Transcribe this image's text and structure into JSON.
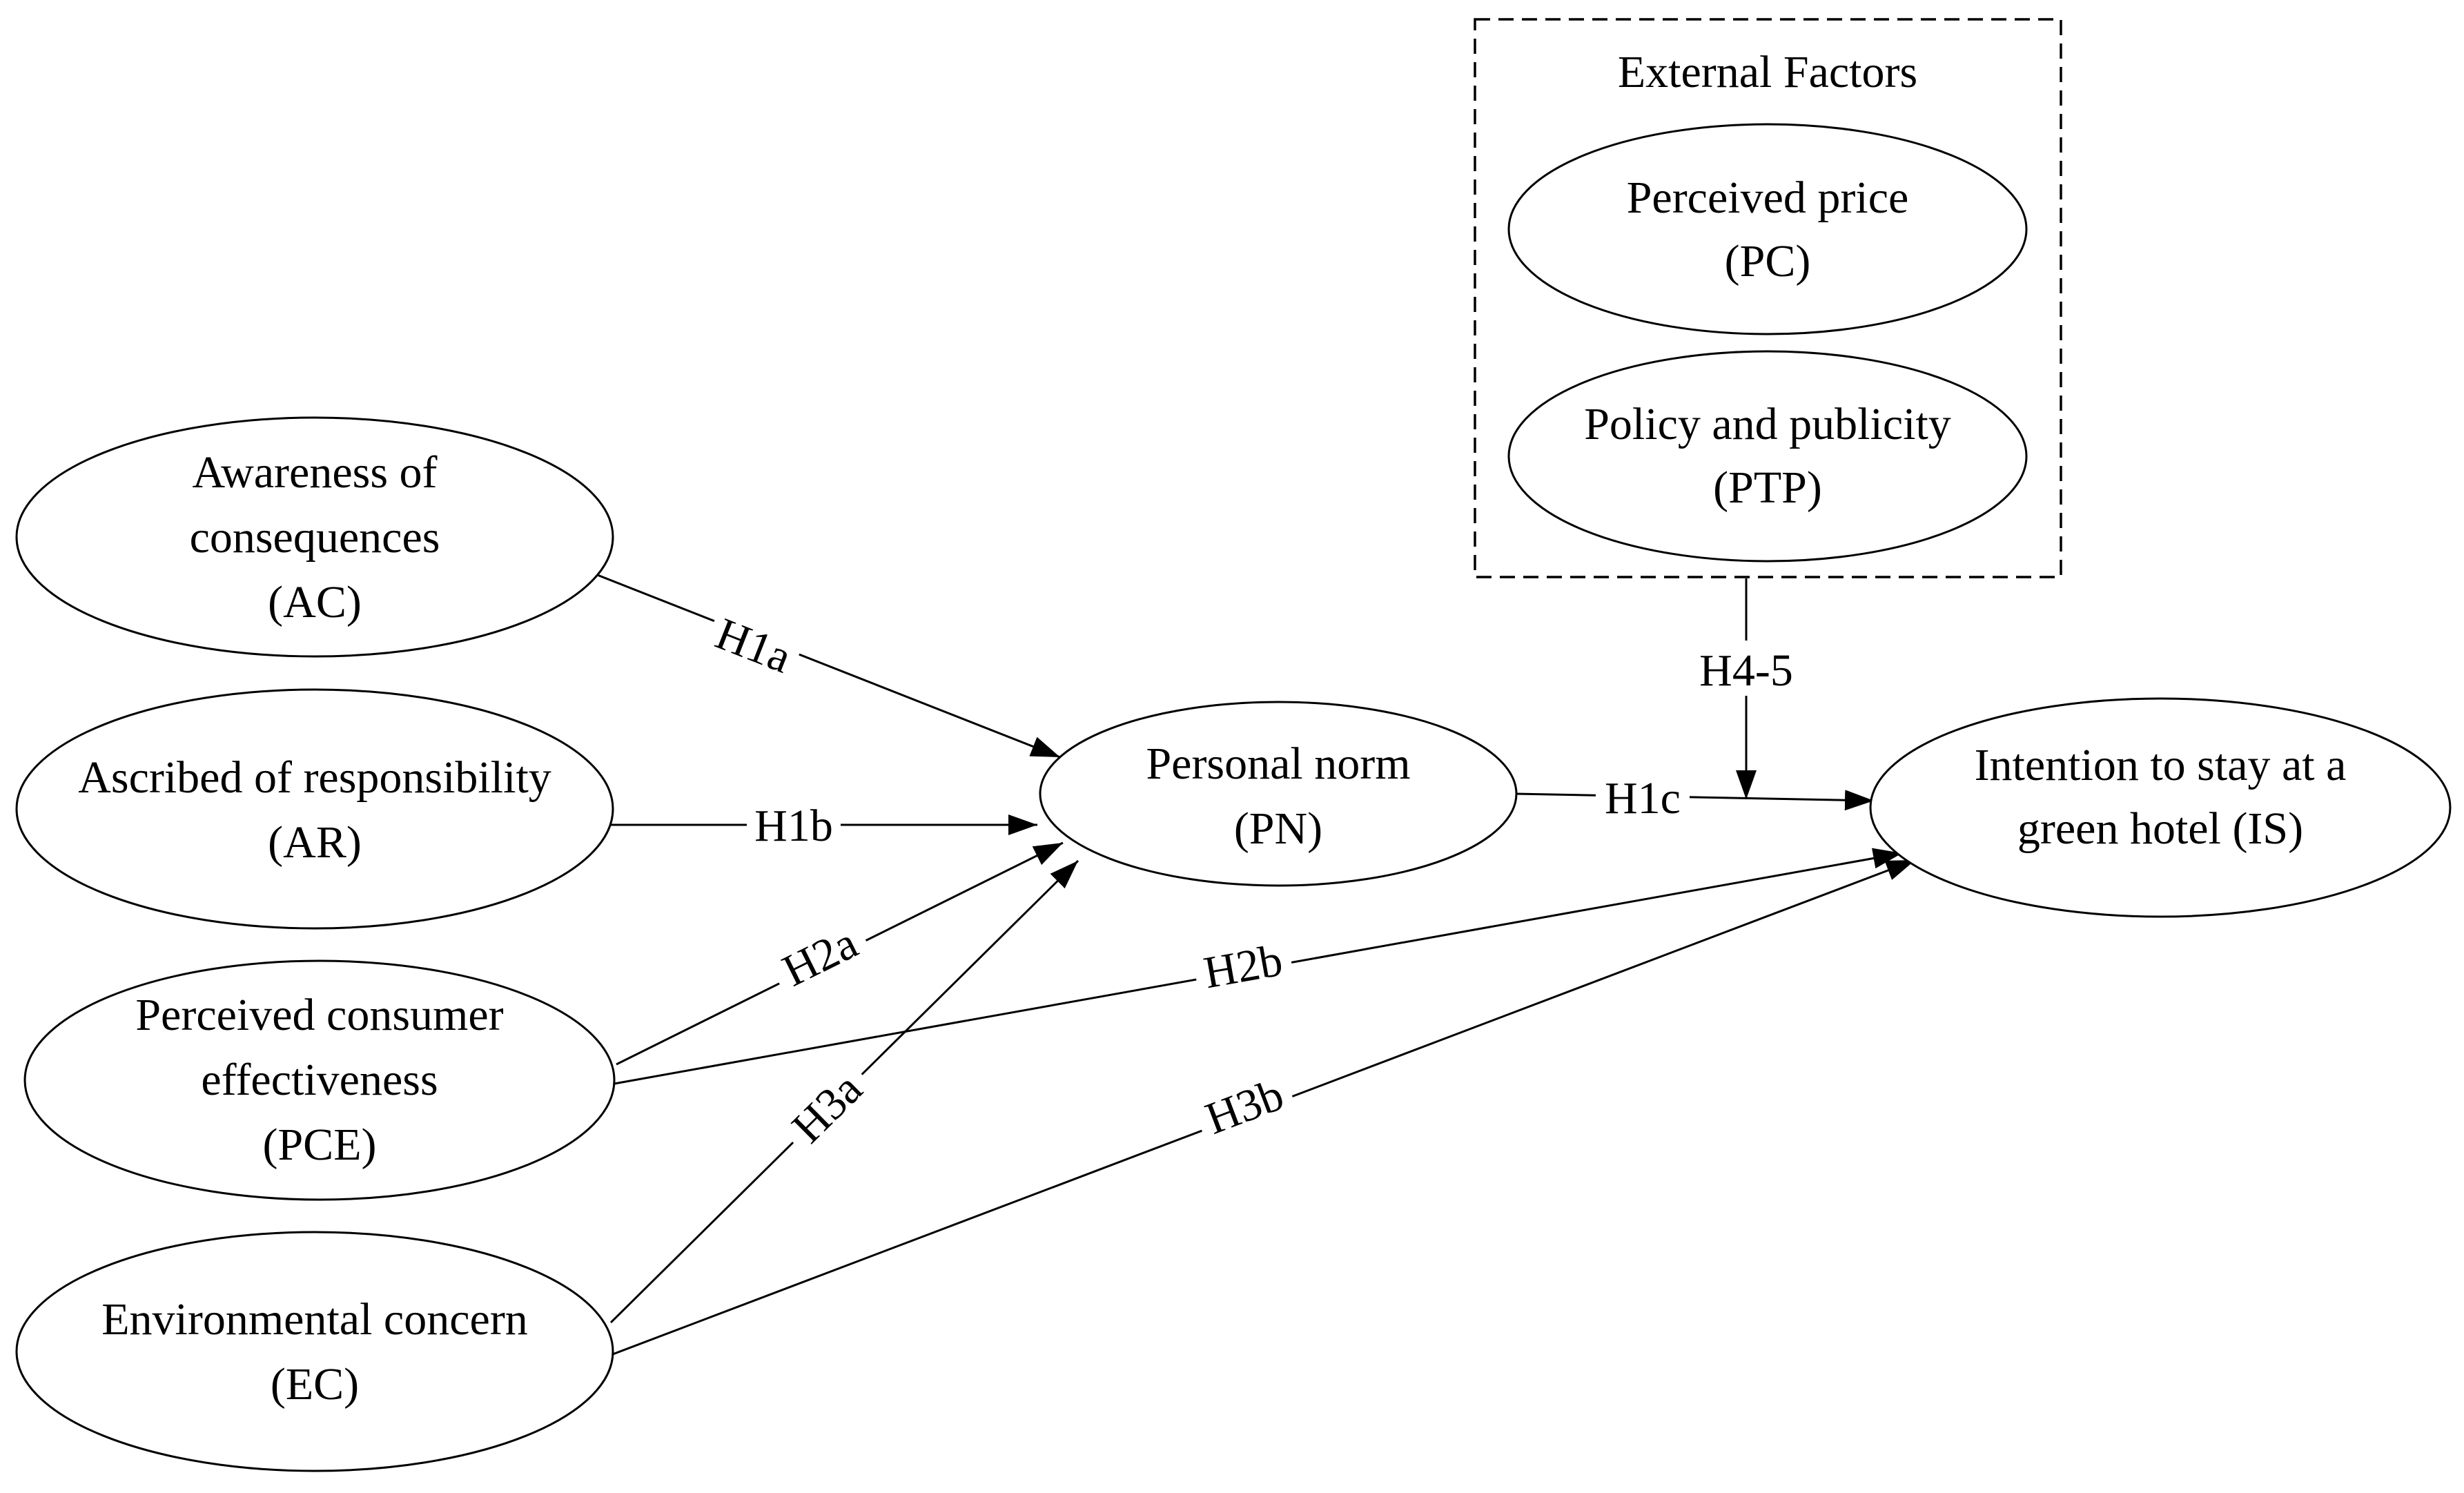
{
  "diagram": {
    "group": {
      "title": "External Factors"
    },
    "nodes": {
      "ac": {
        "line1": "Awareness of",
        "line2": "consequences",
        "line3": "(AC)"
      },
      "ar": {
        "line1": "Ascribed of responsibility",
        "line2": "(AR)"
      },
      "pce": {
        "line1": "Perceived consumer",
        "line2": "effectiveness",
        "line3": "(PCE)"
      },
      "ec": {
        "line1": "Environmental concern",
        "line2": "(EC)"
      },
      "pn": {
        "line1": "Personal norm",
        "line2": "(PN)"
      },
      "is": {
        "line1": "Intention to stay at a",
        "line2": "green hotel (IS)"
      },
      "pc": {
        "line1": "Perceived price",
        "line2": "(PC)"
      },
      "ptp": {
        "line1": "Policy and publicity",
        "line2": "(PTP)"
      }
    },
    "edges": {
      "h1a": "H1a",
      "h1b": "H1b",
      "h1c": "H1c",
      "h2a": "H2a",
      "h2b": "H2b",
      "h3a": "H3a",
      "h3b": "H3b",
      "h45": "H4-5"
    },
    "colors": {
      "line": "#000000",
      "background": "#ffffff"
    }
  }
}
